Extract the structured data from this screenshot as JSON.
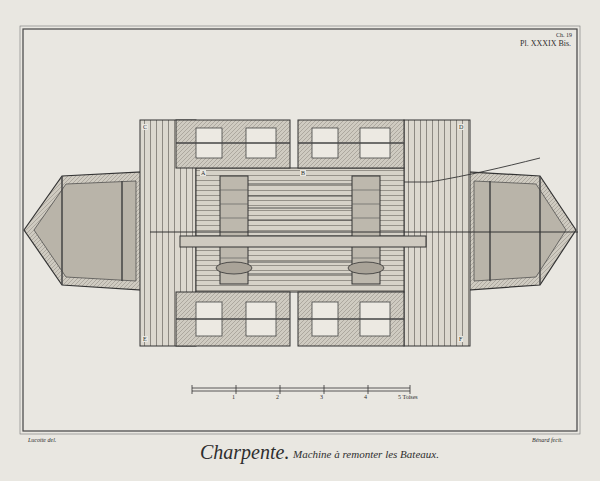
{
  "diagram": {
    "title": "Charpente.",
    "caption": "Machine à remonter les Bateaux.",
    "labels": [
      "Ch. 19",
      "Pl. XXXIX Bis.",
      "Lucotte del.",
      "Bénard fecit.",
      "1",
      "2",
      "3",
      "4",
      "5 Toises",
      "A",
      "B",
      "C",
      "D",
      "E",
      "F"
    ]
  }
}
